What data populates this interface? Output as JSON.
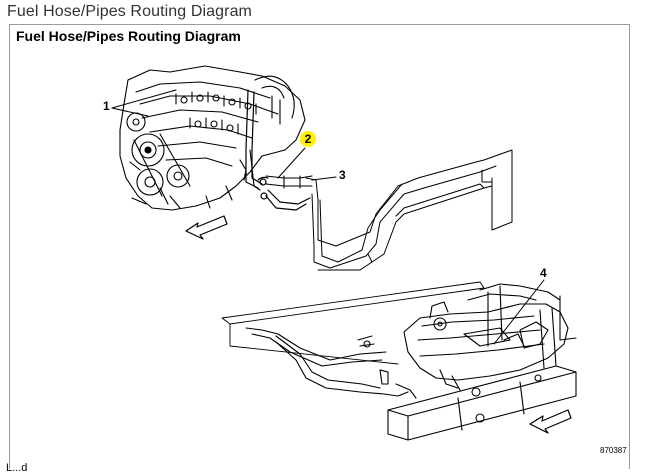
{
  "page": {
    "title": "Fuel Hose/Pipes Routing Diagram"
  },
  "figure": {
    "title": "Fuel Hose/Pipes Routing Diagram",
    "callouts": [
      "1",
      "2",
      "3",
      "4"
    ],
    "highlight_color": "#fff000",
    "figure_id": "870387",
    "cut_off_text": "L...d"
  }
}
